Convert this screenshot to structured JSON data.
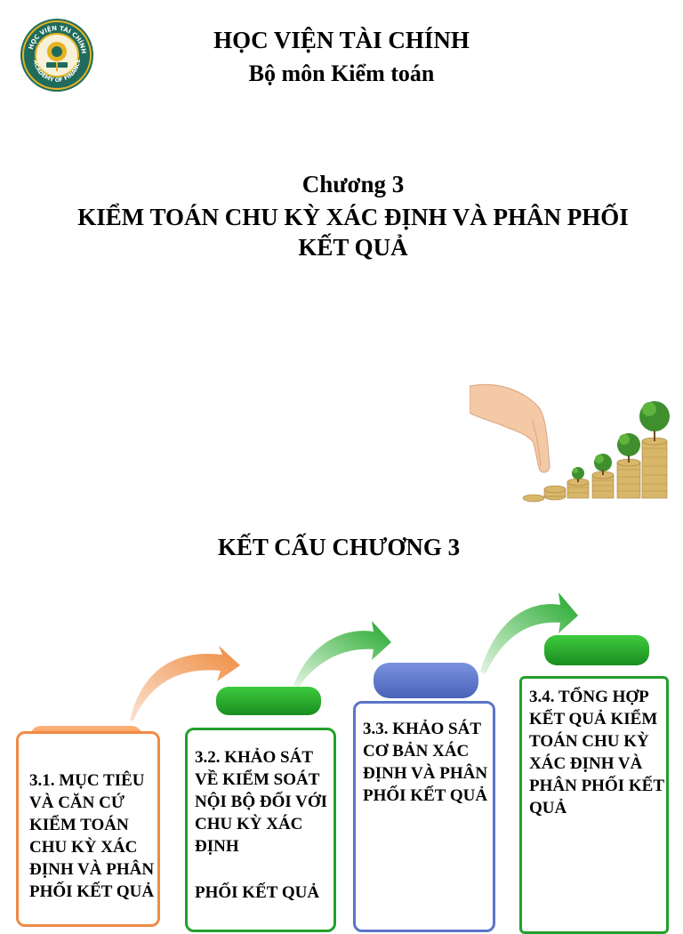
{
  "cover": {
    "institution": "HỌC VIỆN TÀI CHÍNH",
    "department": "Bộ môn Kiểm toán",
    "chapter_label": "Chương 3",
    "chapter_title": "KIỂM TOÁN CHU KỲ XÁC ĐỊNH VÀ PHÂN PHỐI KẾT QUẢ",
    "logo_alt": "academy-of-finance-logo"
  },
  "structure": {
    "title": "KẾT CẤU CHƯƠNG 3",
    "sections": [
      {
        "text": "3.1. MỤC TIÊU VÀ CĂN CỨ KIỂM TOÁN CHU KỲ XÁC ĐỊNH VÀ PHÂN PHỐI KẾT QUẢ",
        "color": "#f08a45"
      },
      {
        "text": "3.2. KHẢO SÁT VỀ KIỂM SOÁT NỘI BỘ ĐỐI VỚI CHU KỲ XÁC ĐỊNH",
        "continuation": "PHỐI KẾT QUẢ",
        "color": "#22a02a"
      },
      {
        "text": "3.3. KHẢO SÁT CƠ BẢN XÁC ĐỊNH VÀ PHÂN PHỐI KẾT QUẢ",
        "color": "#5b74c8"
      },
      {
        "text": "3.4. TỔNG HỢP KẾT QUẢ KIỂM TOÁN CHU KỲ XÁC ĐỊNH VÀ PHÂN PHỐI KẾT QUẢ",
        "color": "#22a02a"
      }
    ]
  }
}
